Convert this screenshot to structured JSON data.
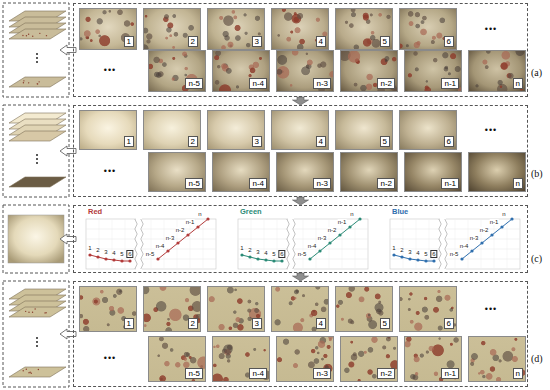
{
  "diagram": {
    "nodes": [
      {
        "text": [
          "(a)"
        ]
      },
      {
        "text": [
          "1"
        ],
        "in": 0
      },
      {
        "text": [
          "2"
        ],
        "in": 0
      },
      {
        "text": [
          "3"
        ],
        "in": 0
      },
      {
        "text": [
          "4"
        ],
        "in": 0
      },
      {
        "text": [
          "5"
        ],
        "in": 0
      },
      {
        "text": [
          "6"
        ],
        "in": 0
      },
      {
        "text": [
          "n-5"
        ],
        "in": 0
      },
      {
        "text": [
          "n-4"
        ],
        "in": 0
      },
      {
        "text": [
          "n-3"
        ],
        "in": 0
      },
      {
        "text": [
          "n-2"
        ],
        "in": 0
      },
      {
        "text": [
          "n-1"
        ],
        "in": 0
      },
      {
        "text": [
          "n"
        ],
        "in": 0
      },
      {
        "text": [
          "(b)"
        ]
      },
      {
        "text": [
          "1"
        ],
        "in": 13
      },
      {
        "text": [
          "2"
        ],
        "in": 13
      },
      {
        "text": [
          "3"
        ],
        "in": 13
      },
      {
        "text": [
          "4"
        ],
        "in": 13
      },
      {
        "text": [
          "5"
        ],
        "in": 13
      },
      {
        "text": [
          "6"
        ],
        "in": 13
      },
      {
        "text": [
          "n-5"
        ],
        "in": 13
      },
      {
        "text": [
          "n-4"
        ],
        "in": 13
      },
      {
        "text": [
          "n-3"
        ],
        "in": 13
      },
      {
        "text": [
          "n-2"
        ],
        "in": 13
      },
      {
        "text": [
          "n-1"
        ],
        "in": 13
      },
      {
        "text": [
          "n"
        ],
        "in": 13
      },
      {
        "text": [
          "(c)"
        ]
      },
      {
        "text": [
          "(d)"
        ]
      },
      {
        "text": [
          "1"
        ],
        "in": 27
      },
      {
        "text": [
          "2"
        ],
        "in": 27
      },
      {
        "text": [
          "3"
        ],
        "in": 27
      },
      {
        "text": [
          "4"
        ],
        "in": 27
      },
      {
        "text": [
          "5"
        ],
        "in": 27
      },
      {
        "text": [
          "6"
        ],
        "in": 27
      },
      {
        "text": [
          "n-5"
        ],
        "in": 27
      },
      {
        "text": [
          "n-4"
        ],
        "in": 27
      },
      {
        "text": [
          "n-3"
        ],
        "in": 27
      },
      {
        "text": [
          "n-2"
        ],
        "in": 27
      },
      {
        "text": [
          "n-1"
        ],
        "in": 27
      },
      {
        "text": [
          "n"
        ],
        "in": 27
      }
    ],
    "edges": [
      {
        "from": 0,
        "to": 13,
        "arrow": "to"
      },
      {
        "from": 13,
        "to": 26,
        "arrow": "to"
      },
      {
        "from": 26,
        "to": 27,
        "arrow": "to"
      }
    ],
    "labels": [
      "•••",
      "•••",
      "•••",
      "•••",
      "Red",
      "1",
      "2",
      "3",
      "4",
      "5",
      "6",
      "n-5",
      "n-4",
      "n-3",
      "n-2",
      "n-1",
      "n",
      "Green",
      "1",
      "2",
      "3",
      "4",
      "5",
      "6",
      "n-5",
      "n-4",
      "n-3",
      "n-2",
      "n-1",
      "n",
      "Blue",
      "1",
      "2",
      "3",
      "4",
      "5",
      "6",
      "n-5",
      "n-4",
      "n-3",
      "n-2",
      "n-1",
      "n",
      "•••",
      "•••"
    ]
  }
}
